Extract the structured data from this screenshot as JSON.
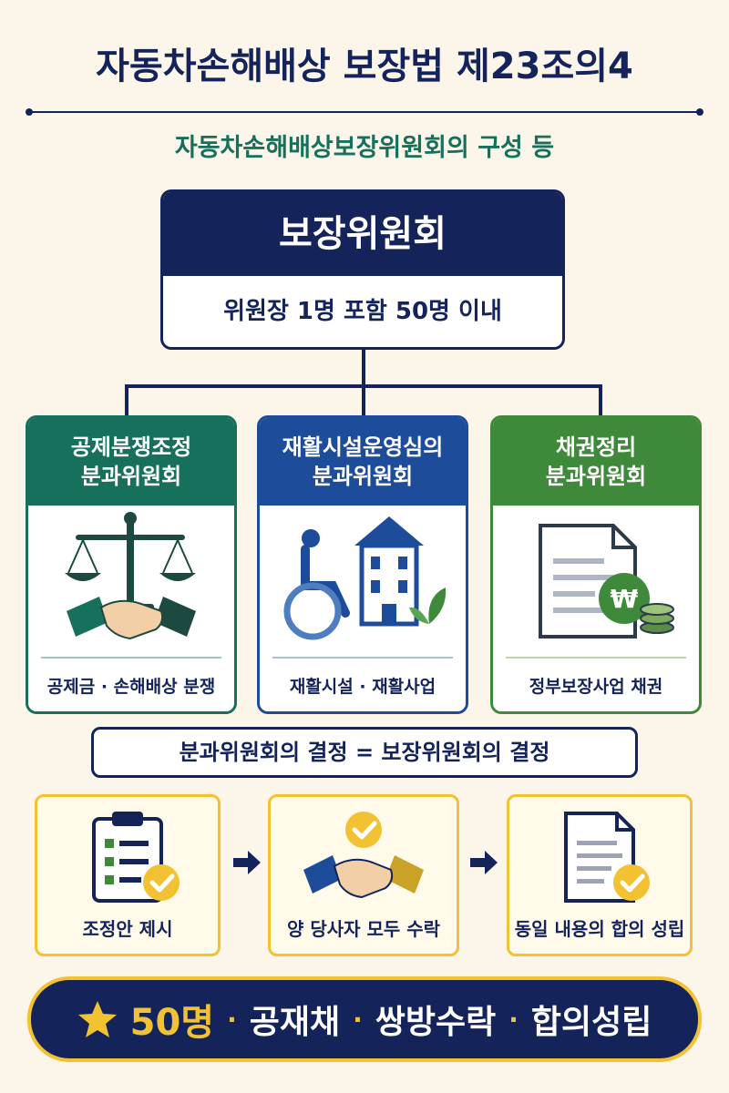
{
  "title": "자동차손해배상 보장법 제23조의4",
  "subtitle": "자동차손해배상보장위원회의 구성 등",
  "main": {
    "name": "보장위원회",
    "composition": "위원장 1명 포함 50명 이내"
  },
  "subcommittees": [
    {
      "line1": "공제분쟁조정",
      "line2": "분과위원회",
      "role": "공제금 · 손해배상 분쟁",
      "color": "#17705c",
      "icon": "scales-handshake-icon"
    },
    {
      "line1": "재활시설운영심의",
      "line2": "분과위원회",
      "role": "재활시설 · 재활사업",
      "color": "#1d4c9a",
      "icon": "wheelchair-building-icon"
    },
    {
      "line1": "채권정리",
      "line2": "분과위원회",
      "role": "정부보장사업 채권",
      "color": "#3e8a3a",
      "icon": "document-won-coins-icon"
    }
  ],
  "decision_rule": "분과위원회의 결정 = 보장위원회의 결정",
  "steps": [
    {
      "label": "조정안 제시",
      "icon": "clipboard-check-icon"
    },
    {
      "label": "양 당사자 모두 수락",
      "icon": "handshake-check-icon"
    },
    {
      "label": "동일 내용의 합의 성립",
      "icon": "document-check-icon"
    }
  ],
  "summary": {
    "highlight": "50명",
    "items": [
      "공재채",
      "쌍방수락",
      "합의성립"
    ],
    "separator": "·",
    "icon": "star-icon"
  },
  "colors": {
    "navy": "#14245a",
    "teal": "#17705c",
    "blue": "#1d4c9a",
    "green": "#3e8a3a",
    "gold": "#f2c233",
    "background": "#fbf6e9"
  }
}
